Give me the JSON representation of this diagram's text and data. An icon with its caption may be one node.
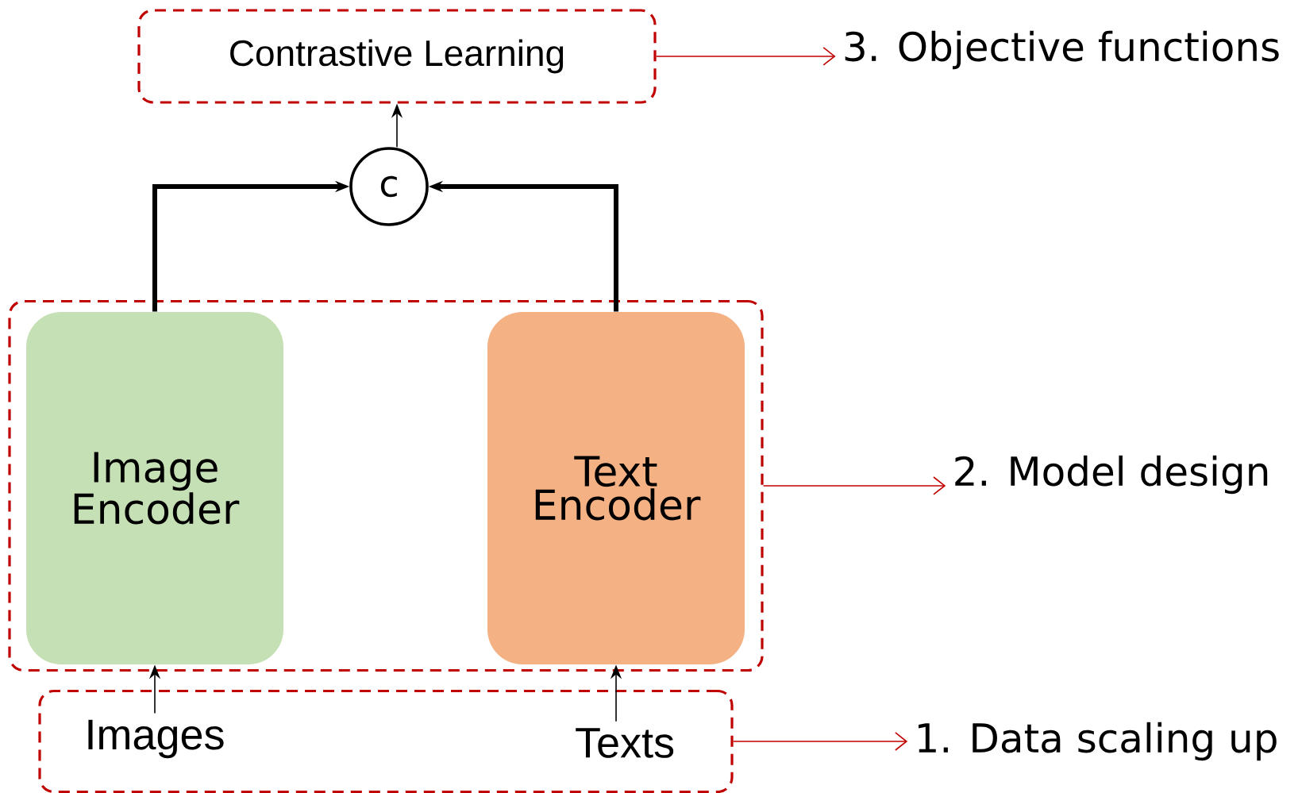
{
  "diagram": {
    "nodes": [
      {
        "text": [
          "Contrastive Learning"
        ]
      },
      {
        "text": [
          "3. Objective functions"
        ]
      },
      {
        "text": [
          "c"
        ]
      },
      {
        "text": [],
        "shape": "box"
      },
      {
        "text": [
          "Image Encoder"
        ],
        "in": 3
      },
      {
        "text": [
          "Text Encoder"
        ],
        "in": 3
      },
      {
        "text": [
          "2. Model design"
        ]
      },
      {
        "text": [],
        "shape": "box"
      },
      {
        "text": [
          "Images"
        ],
        "in": 7
      },
      {
        "text": [
          "Texts"
        ],
        "in": 7
      },
      {
        "text": [
          "1. Data scaling up"
        ]
      }
    ],
    "edges": [
      {
        "from": 0,
        "to": 1,
        "arrow": "to",
        "color": "#c00000"
      },
      {
        "from": 2,
        "to": 0,
        "arrow": "to"
      },
      {
        "from": 4,
        "to": 2,
        "arrow": "to",
        "style": "thick"
      },
      {
        "from": 5,
        "to": 2,
        "arrow": "to",
        "style": "thick"
      },
      {
        "from": 3,
        "to": 6,
        "arrow": "to",
        "color": "#c00000"
      },
      {
        "from": 8,
        "to": 4,
        "arrow": "to"
      },
      {
        "from": 9,
        "to": 5,
        "arrow": "to"
      },
      {
        "from": 7,
        "to": 10,
        "arrow": "to",
        "color": "#c00000"
      }
    ]
  }
}
